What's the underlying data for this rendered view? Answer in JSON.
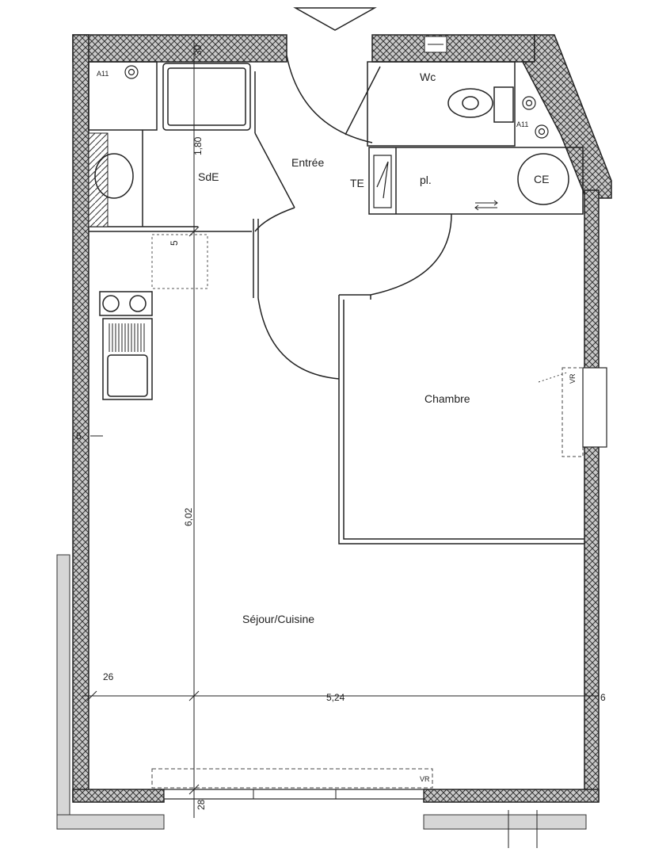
{
  "rooms": {
    "entree": "Entrée",
    "sde": "SdE",
    "wc": "Wc",
    "te": "TE",
    "pl": "pl.",
    "ce": "CE",
    "chambre": "Chambre",
    "sejour": "Séjour/Cuisine"
  },
  "dimensions": {
    "sde_height": "1,80",
    "sde_top": "30",
    "partition": "5",
    "left_wall": "6",
    "living_height": "6,02",
    "left_offset": "26",
    "living_width": "5,24",
    "right_offset": "6",
    "bottom_wall": "28"
  },
  "markers": {
    "vr_right": "VR",
    "vr_bottom": "VR",
    "a11_left": "A11",
    "a11_right": "A11"
  },
  "colors": {
    "wall_line": "#222222",
    "hatch_fill": "#bdbdbd"
  }
}
